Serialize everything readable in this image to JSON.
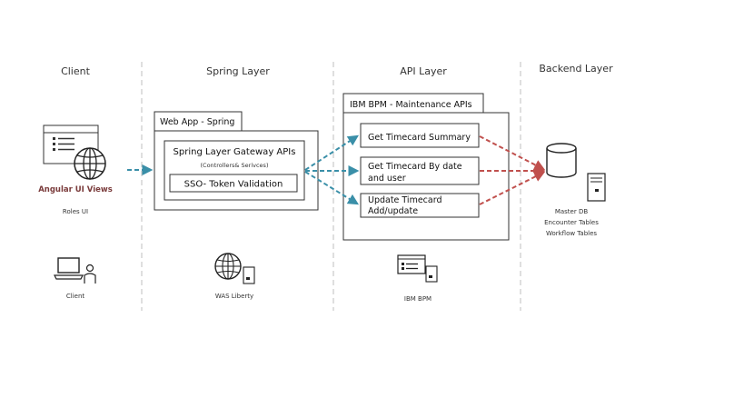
{
  "layers": {
    "client": "Client",
    "spring": "Spring Layer",
    "api": "API Layer",
    "backend": "Backend Layer"
  },
  "client": {
    "ui_title": "Angular UI Views",
    "ui_sub": "Roles UI",
    "user_label": "Client"
  },
  "spring": {
    "container_title": "Web App - Spring",
    "gateway_title": "Spring Layer Gateway APIs",
    "gateway_sub": "(Controllers& Serivces)",
    "sso": "SSO- Token Validation",
    "server_label": "WAS Liberty"
  },
  "api": {
    "container_title": "IBM BPM - Maintenance APIs",
    "items": [
      {
        "lines": [
          "Get Timecard Summary"
        ]
      },
      {
        "lines": [
          "Get Timecard By date",
          "and user"
        ]
      },
      {
        "lines": [
          "Update Timecard",
          "Add/update"
        ]
      }
    ],
    "server_label": "IBM BPM"
  },
  "backend": {
    "lines": [
      "Master DB",
      "Encounter Tables",
      "Workflow Tables"
    ]
  },
  "colors": {
    "blue_arrow": "#3a8fa8",
    "red_arrow": "#c0504d",
    "divider": "#bfbfbf"
  }
}
